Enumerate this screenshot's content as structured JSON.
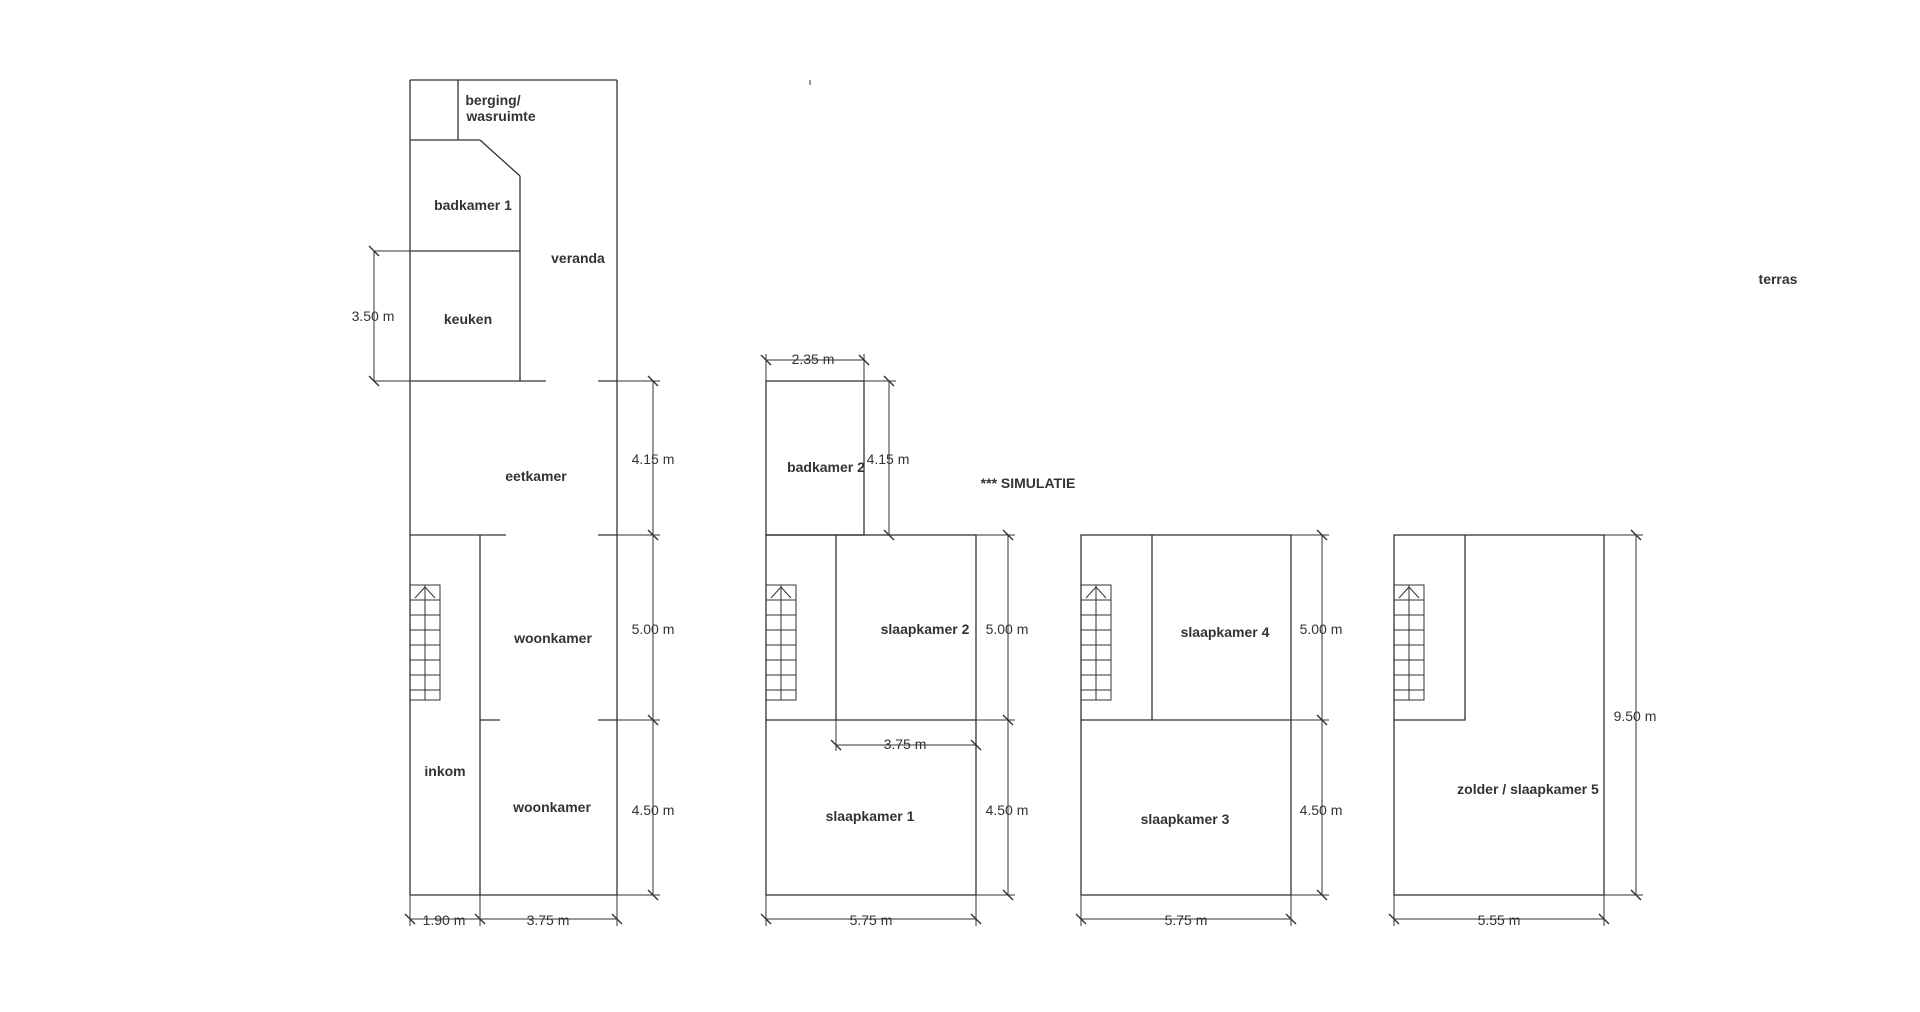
{
  "annotations": {
    "simulation": "*** SIMULATIE",
    "terrace": "terras"
  },
  "ground_floor": {
    "rooms": {
      "storage": [
        "berging/",
        "wasruimte"
      ],
      "bathroom": "badkamer 1",
      "veranda": "veranda",
      "kitchen": "keuken",
      "dining": "eetkamer",
      "living_back": "woonkamer",
      "entrance": "inkom",
      "living_front": "woonkamer"
    },
    "dimensions": {
      "kitchen_depth": "3.50 m",
      "dining_depth": "4.15 m",
      "living_depth": "5.00 m",
      "front_depth": "4.50 m",
      "entrance_width": "1.90 m",
      "living_width": "3.75 m"
    }
  },
  "first_floor": {
    "rooms": {
      "bathroom": "badkamer 2",
      "bedroom_2": "slaapkamer 2",
      "bedroom_1": "slaapkamer 1"
    },
    "dimensions": {
      "bathroom_width": "2.35 m",
      "bathroom_depth": "4.15 m",
      "bedroom2_depth": "5.00 m",
      "bedroom2_width": "3.75 m",
      "bedroom1_depth": "4.50 m",
      "total_width": "5.75 m"
    }
  },
  "second_floor": {
    "rooms": {
      "bedroom_4": "slaapkamer 4",
      "bedroom_3": "slaapkamer 3"
    },
    "dimensions": {
      "bedroom4_depth": "5.00 m",
      "bedroom3_depth": "4.50 m",
      "total_width": "5.75 m"
    }
  },
  "attic": {
    "rooms": {
      "attic": "zolder / slaapkamer 5"
    },
    "dimensions": {
      "depth": "9.50 m",
      "width": "5.55 m"
    }
  }
}
